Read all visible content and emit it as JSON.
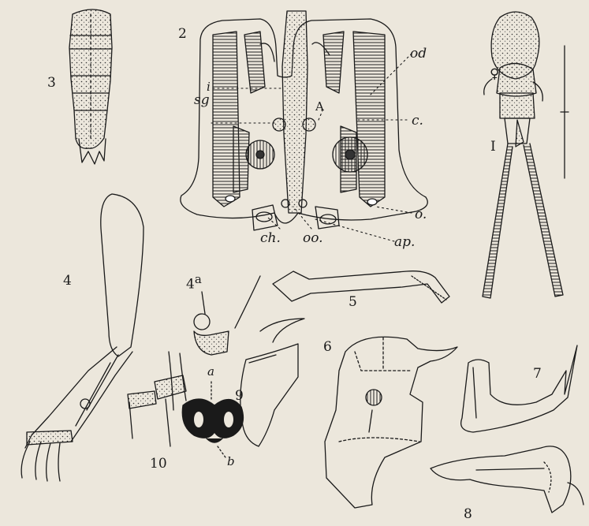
{
  "figures": {
    "fig1": {
      "number": "I",
      "sex_symbol": "♀"
    },
    "fig2": {
      "number": "2",
      "labels": {
        "od": "od",
        "i": "i",
        "sg": "sg",
        "A": "A",
        "c": "c.",
        "o": "o.",
        "ch": "ch.",
        "oo": "oo.",
        "ap": "ap."
      }
    },
    "fig3": {
      "number": "3"
    },
    "fig4": {
      "number": "4"
    },
    "fig4a": {
      "number": "4",
      "superscript": "a"
    },
    "fig5": {
      "number": "5"
    },
    "fig6": {
      "number": "6"
    },
    "fig7": {
      "number": "7"
    },
    "fig8": {
      "number": "8"
    },
    "fig9": {
      "number": "9"
    },
    "fig10": {
      "number": "10",
      "labels": {
        "a": "a",
        "b": "b"
      }
    }
  }
}
